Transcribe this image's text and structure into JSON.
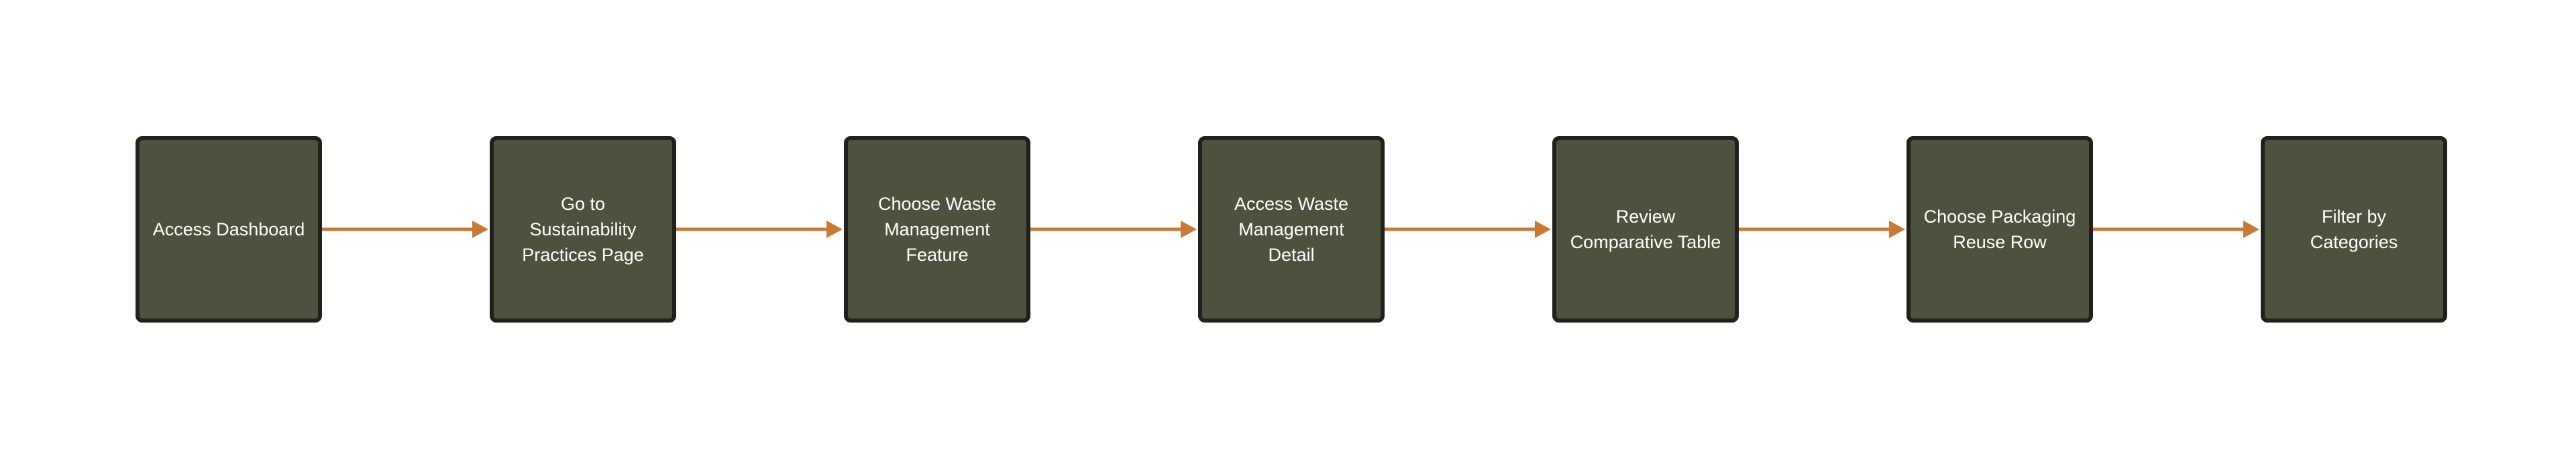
{
  "diagram": {
    "edge_color": "#c87a35",
    "node_fill": "#4d523e",
    "node_border": "#1f211a",
    "nodes": [
      {
        "lines": [
          "Access Dashboard"
        ]
      },
      {
        "lines": [
          "Go to",
          "Sustainability",
          "Practices Page"
        ]
      },
      {
        "lines": [
          "Choose Waste",
          "Management",
          "Feature"
        ]
      },
      {
        "lines": [
          "Access Waste",
          "Management",
          "Detail"
        ]
      },
      {
        "lines": [
          "Review",
          "Comparative Table"
        ]
      },
      {
        "lines": [
          "Choose Packaging",
          "Reuse Row"
        ]
      },
      {
        "lines": [
          "Filter by",
          "Categories"
        ]
      }
    ],
    "edges": [
      {
        "from": 0,
        "to": 1
      },
      {
        "from": 1,
        "to": 2
      },
      {
        "from": 2,
        "to": 3
      },
      {
        "from": 3,
        "to": 4
      },
      {
        "from": 4,
        "to": 5
      },
      {
        "from": 5,
        "to": 6
      }
    ]
  }
}
